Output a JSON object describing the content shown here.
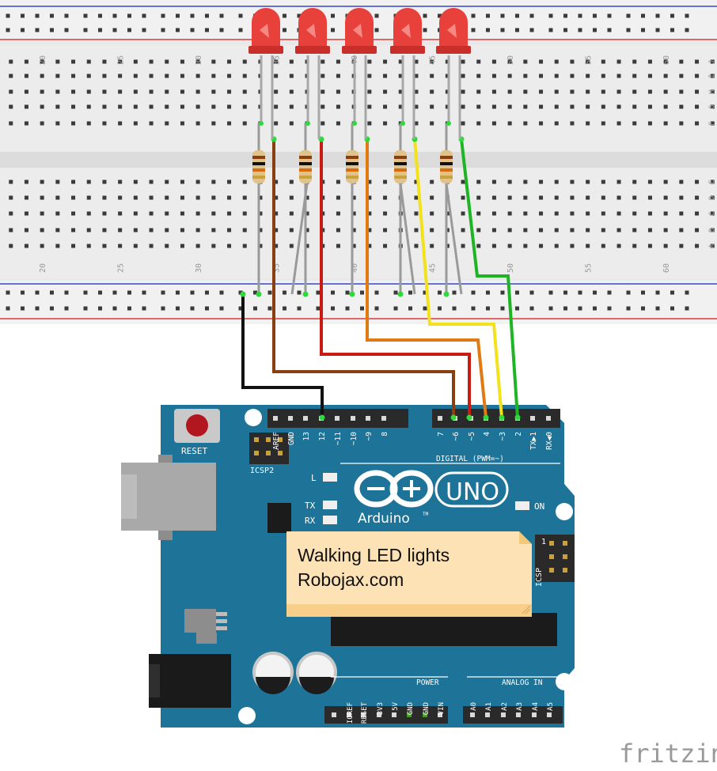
{
  "breadboard": {
    "column_numbers": [
      "20",
      "25",
      "30",
      "35",
      "40",
      "45",
      "50",
      "55",
      "60"
    ],
    "row_letters_top": [
      "J",
      "I",
      "H",
      "G",
      "F"
    ],
    "row_letters_bottom": [
      "E",
      "D",
      "C",
      "B",
      "A"
    ]
  },
  "arduino": {
    "reset_label": "RESET",
    "icsp2_label": "ICSP2",
    "icsp_label": "ICSP",
    "icsp_pin1": "1",
    "digital_label": "DIGITAL (PWM=~)",
    "led_l_label": "L",
    "tx_label": "TX",
    "rx_label": "RX",
    "on_label": "ON",
    "uno_label": "UNO",
    "brand_label": "Arduino",
    "tm_label": "TM",
    "power_label": "POWER",
    "analog_label": "ANALOG IN",
    "top_header_left": [
      "AREF",
      "GND",
      "13",
      "12",
      "~11",
      "~10",
      "~9",
      "8"
    ],
    "top_header_right": [
      "7",
      "~6",
      "~5",
      "4",
      "~3",
      "2",
      "TX▶1",
      "RX◀0"
    ],
    "power_pins": [
      "IOREF",
      "RESET",
      "3V3",
      "5V",
      "GND",
      "GND",
      "VIN"
    ],
    "analog_pins": [
      "A0",
      "A1",
      "A2",
      "A3",
      "A4",
      "A5"
    ]
  },
  "note": {
    "line1": "Walking LED lights",
    "line2": "Robojax.com"
  },
  "watermark": "fritzing",
  "colors": {
    "board": "#1d7398",
    "led": "#e8403a",
    "wire_black": "#111111",
    "wire_brown": "#8a3f10",
    "wire_red": "#c91b12",
    "wire_orange": "#e07a12",
    "wire_yellow": "#f2e11b",
    "wire_green": "#1eb524",
    "wire_gray": "#9a9a9a",
    "note_bg": "#fde2b5"
  }
}
